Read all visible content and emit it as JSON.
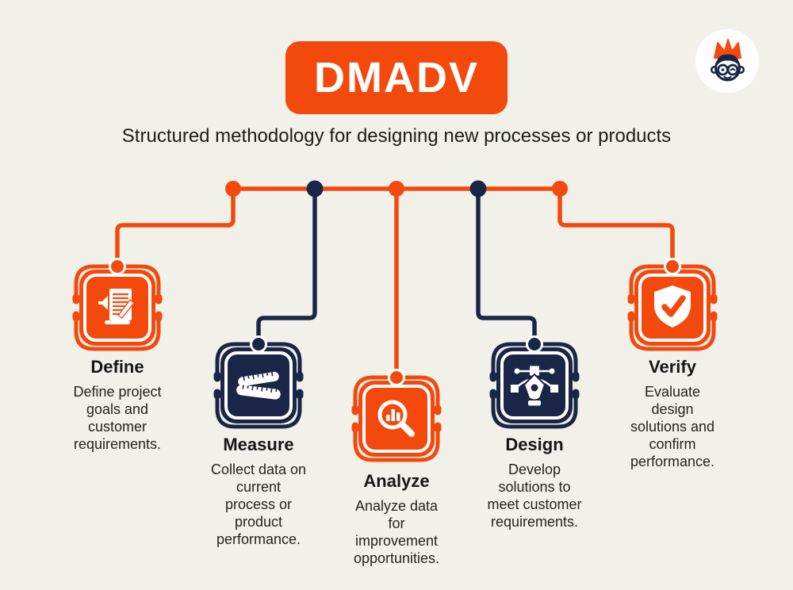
{
  "header": {
    "title": "DMADV",
    "subtitle": "Structured methodology for designing new processes or products"
  },
  "logo": {
    "name": "mascot-crown-logo"
  },
  "colors": {
    "orange": "#F4490D",
    "navy": "#1A2648",
    "background": "#F2F1E9",
    "text": "#1C1C1A",
    "white": "#FFFFFF"
  },
  "steps": [
    {
      "title": "Define",
      "description": "Define project goals and customer requirements.",
      "color": "orange",
      "icon": "document-pencil-icon"
    },
    {
      "title": "Measure",
      "description": "Collect data on current process or product performance.",
      "color": "navy",
      "icon": "measuring-tape-icon"
    },
    {
      "title": "Analyze",
      "description": "Analyze data for improvement opportunities.",
      "color": "orange",
      "icon": "magnifier-bar-chart-icon"
    },
    {
      "title": "Design",
      "description": "Develop solutions to meet customer requirements.",
      "color": "navy",
      "icon": "pen-tool-icon"
    },
    {
      "title": "Verify",
      "description": "Evaluate design solutions and confirm performance.",
      "color": "orange",
      "icon": "shield-check-icon"
    }
  ]
}
